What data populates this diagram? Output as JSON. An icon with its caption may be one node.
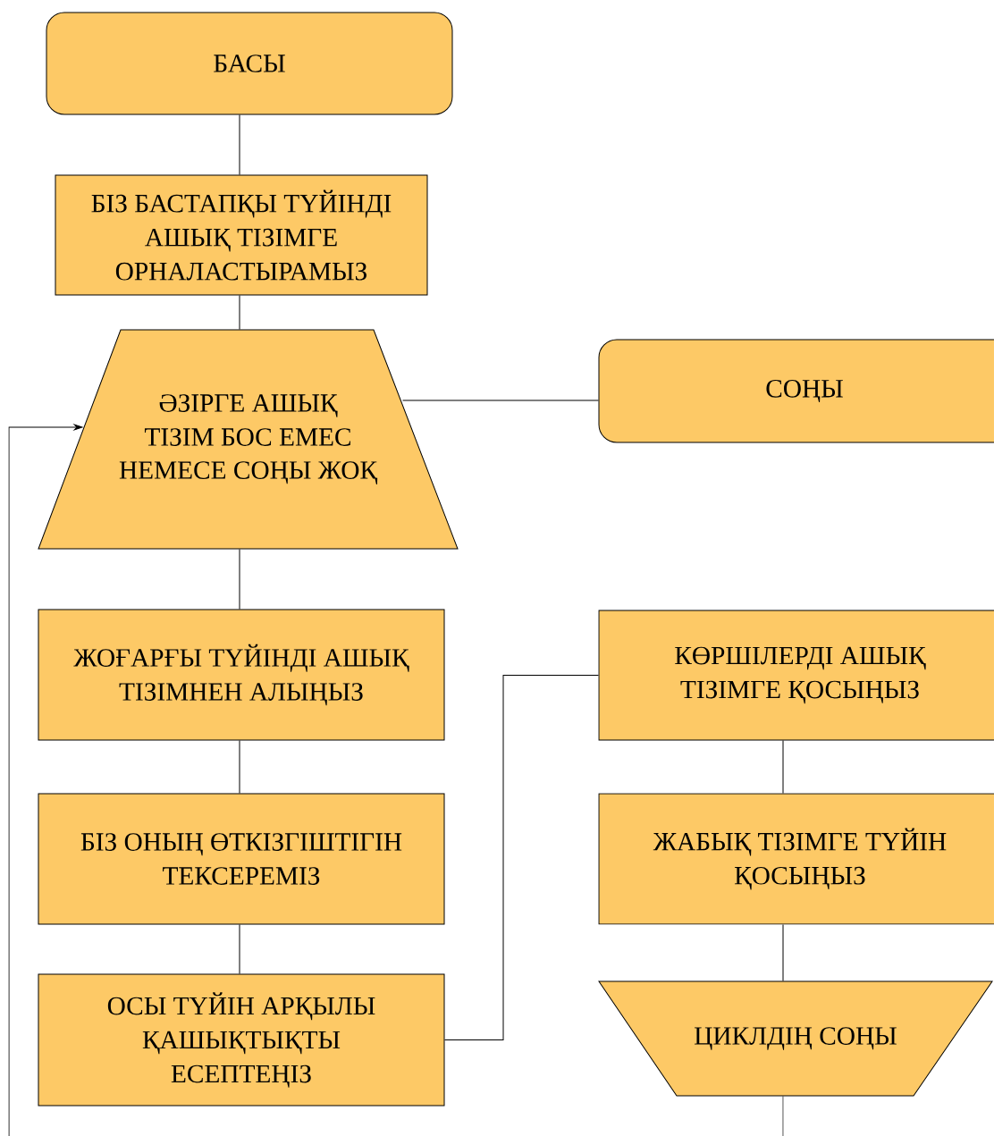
{
  "diagram": {
    "nodes": [
      {
        "text": [
          "БАСЫ"
        ]
      },
      {
        "text": [
          "БІЗ БАСТАПҚЫ ТҮЙІНДІ АШЫҚ ТІЗІМГЕ ОРНАЛАСТЫРАМЫЗ"
        ]
      },
      {
        "text": [
          "ӘЗІРГЕ АШЫҚ ТІЗІМ БОС ЕМЕС",
          "НЕМЕСЕ СОҢЫ ЖОҚ"
        ]
      },
      {
        "text": [
          "СОҢЫ"
        ]
      },
      {
        "text": [
          "ЖОҒАРҒЫ ТҮЙІНДІ АШЫҚ ТІЗІМНЕН АЛЫҢЫЗ"
        ]
      },
      {
        "text": [
          "БІЗ ОНЫҢ ӨТКІЗГІШТІГІН ТЕКСЕРЕМІЗ"
        ]
      },
      {
        "text": [
          "ОСЫ ТҮЙІН АРҚЫЛЫ ҚАШЫҚТЫҚТЫ ЕСЕПТЕҢІЗ"
        ]
      },
      {
        "text": [
          "КӨРШІЛЕРДІ АШЫҚ ТІЗІМГЕ ҚОСЫҢЫЗ"
        ]
      },
      {
        "text": [
          "ЖАБЫҚ ТІЗІМГЕ ТҮЙІН ҚОСЫҢЫЗ"
        ]
      },
      {
        "text": [
          "ЦИКЛДІҢ СОҢЫ"
        ]
      }
    ],
    "edges": [
      {
        "from": 0,
        "to": 1,
        "arrow": "none"
      },
      {
        "from": 1,
        "to": 2,
        "arrow": "none"
      },
      {
        "from": 2,
        "to": 3,
        "arrow": "none"
      },
      {
        "from": 2,
        "to": 4,
        "arrow": "none"
      },
      {
        "from": 4,
        "to": 5,
        "arrow": "none"
      },
      {
        "from": 5,
        "to": 6,
        "arrow": "none"
      },
      {
        "from": 6,
        "to": 7,
        "arrow": "none"
      },
      {
        "from": 7,
        "to": 8,
        "arrow": "none"
      },
      {
        "from": 8,
        "to": 9,
        "arrow": "none"
      },
      {
        "from": 9,
        "to": null,
        "arrow": "none"
      },
      {
        "from": null,
        "to": 2,
        "arrow": "to"
      }
    ]
  }
}
